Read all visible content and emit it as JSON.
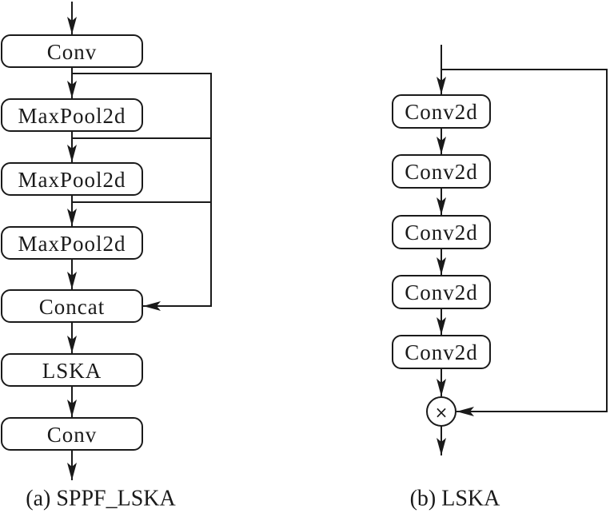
{
  "diagram_a": {
    "caption": "(a) SPPF_LSKA",
    "nodes": [
      "Conv",
      "MaxPool2d",
      "MaxPool2d",
      "MaxPool2d",
      "Concat",
      "LSKA",
      "Conv"
    ],
    "skip_connections_into": "Concat"
  },
  "diagram_b": {
    "caption": "(b) LSKA",
    "nodes": [
      "Conv2d",
      "Conv2d",
      "Conv2d",
      "Conv2d",
      "Conv2d"
    ],
    "operator": "×",
    "operator_name": "element-wise multiplication"
  }
}
